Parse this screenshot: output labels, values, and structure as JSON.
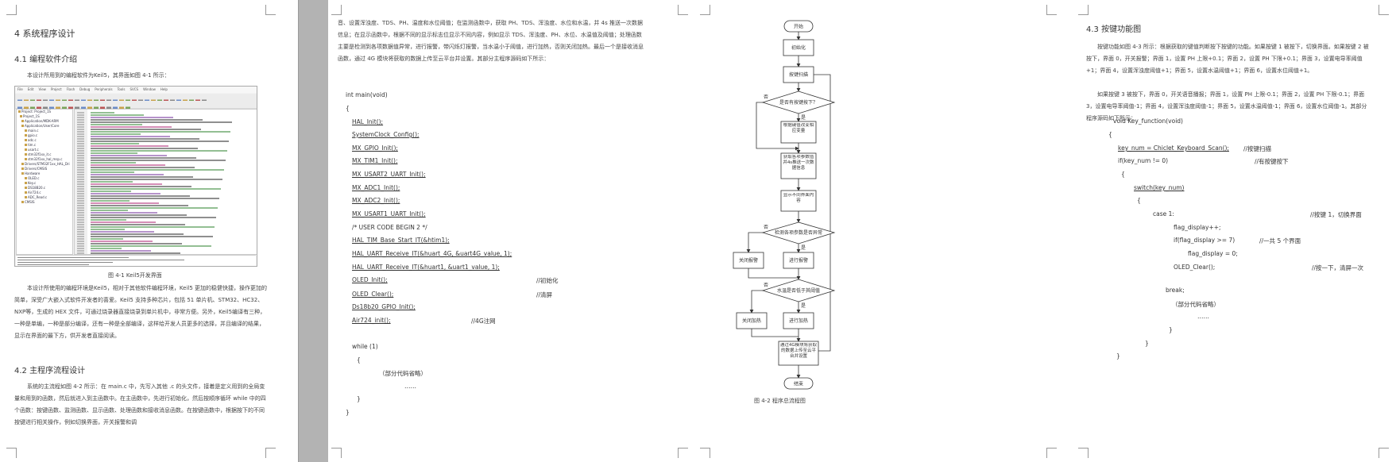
{
  "page1": {
    "heading": "4 系统程序设计",
    "sub1": "4.1 编程软件介绍",
    "para1": "本设计所用到的编程软件为Keil5，其界面如图 4-1 所示：",
    "fig_caption": "图 4-1 Keil5开发界面",
    "para2": "本设计所使用的编程环境是Keil5，相对于其他软件编程环境，Keil5 更加的稳健快捷，操作更加的简单，深受广大嵌入式软件开发者的喜爱。Keil5 支持多种芯片，包括 51 单片机、STM32、HC32、NXP等，生成的 HEX 文件，可通过烧录器直接烧录到单片机中，非常方便。另外，Keil5编译有三种，一种是单编，一种是部分编译，还有一种是全部编译，这样给开发人员更多的选择，并且编译的结果，显示在界面的最下方，供开发者直接阅读。",
    "sub2": "4.2 主程序流程设计",
    "para3": "系统的主流程如图 4-2 所示：在 main.c 中，先写入其他 .c 的头文件，接着是定义用到的全局变量和用到的函数，然后就进入到主函数中。在主函数中，先进行初始化，然后按顺序循环 while 中的四个函数：按键函数、监测函数、显示函数、处理函数和接收消息函数。在按键函数中，根据按下的不同按键进行相关操作，例如切换界面，开关报警和调"
  },
  "page2": {
    "para_top": "音、设置浑浊度、TDS、PH、温度和水位阈值；在监测函数中，获取 PH、TDS、浑浊度、水位和水温，并 4s 推送一次数据信息；在显示函数中，根据不同的显示标志位显示不同内容，例如显示 TDS、浑浊度、PH、水位、水温值及阈值；处理函数主要是检测到各项数据值异常，进行报警，带闪烁灯报警，当水温小于阈值，进行加热，否则关闭加热。最后一个是接收消息函数，通过 4G 模块将获取的数据上传至云平台并设置。其部分主程序源码如下所示：",
    "code": [
      {
        "text": "int main(void)",
        "comment": ""
      },
      {
        "text": "{",
        "comment": ""
      },
      {
        "text": "HAL_Init();",
        "comment": ""
      },
      {
        "text": "SystemClock_Config();",
        "comment": ""
      },
      {
        "text": "MX_GPIO_Init();",
        "comment": ""
      },
      {
        "text": "MX_TIM1_Init();",
        "comment": ""
      },
      {
        "text": "MX_USART2_UART_Init();",
        "comment": ""
      },
      {
        "text": "MX_ADC1_Init();",
        "comment": ""
      },
      {
        "text": "MX_ADC2_Init();",
        "comment": ""
      },
      {
        "text": "MX_USART1_UART_Init();",
        "comment": ""
      },
      {
        "text": "/* USER CODE BEGIN 2 */",
        "comment": ""
      },
      {
        "text": "HAL_TIM_Base_Start_IT(&htim1);",
        "comment": ""
      },
      {
        "text": "HAL_UART_Receive_IT(&huart_4G, &uart4G_value, 1);",
        "comment": ""
      },
      {
        "text": "HAL_UART_Receive_IT(&huart1, &uart1_value, 1);",
        "comment": ""
      },
      {
        "text": "OLED_Init();",
        "comment": "//初始化"
      },
      {
        "text": "OLED_Clear();",
        "comment": "//清屏"
      },
      {
        "text": "Ds18b20_GPIO_Init();",
        "comment": ""
      },
      {
        "text": "Air724_init();",
        "comment": "//4G注网"
      },
      {
        "text": "while (1)",
        "comment": ""
      },
      {
        "text": "{",
        "comment": ""
      },
      {
        "text": "（部分代码省略）",
        "comment": ""
      },
      {
        "text": "……",
        "comment": ""
      },
      {
        "text": "}",
        "comment": ""
      },
      {
        "text": "}",
        "comment": ""
      }
    ]
  },
  "page3": {
    "nodes": {
      "start": "开始",
      "init": "初始化",
      "scan": "按键扫描",
      "dec1": "是否有按键按下？",
      "act1": "根据键值改变相应变量",
      "act2": "获取各项参数值并4s推送一次数据信息",
      "act3": "显示不同界面内容",
      "dec2": "检测各项参数是否异常",
      "n_off_alarm": "关闭报警",
      "n_alarm": "进行报警",
      "dec3": "水温是否低于其阈值",
      "n_off_heat": "关闭加热",
      "n_heat": "进行加热",
      "act4": "通过4G模块将获取的数据上传至云平台并设置",
      "end": "结束"
    },
    "yes": "是",
    "no": "否",
    "fig_caption": "图 4-2  程序总流程图"
  },
  "page4": {
    "sub": "4.3 按键功能图",
    "para1": "按键功能如图 4-3 所示：根据获取的键值判断按下按键的功能。如果按键 1 被按下，切换界面。如果按键 2 被按下，界面 0，开关报警；界面 1，设置 PH 上限+0.1；界面 2，设置 PH 下限+0.1；界面 3，设置电导率阈值+1；界面 4，设置浑浊度阈值+1；界面 5，设置水温阈值+1；界面 6，设置水位阈值+1。",
    "para2": "如果按键 3 被按下，界面 0，开关语音播报；界面 1，设置 PH 上限-0.1；界面 2，设置 PH 下限-0.1；界面 3，设置电导率阈值-1；界面 4，设置浑浊度阈值-1；界面 5，设置水温阈值-1；界面 6，设置水位阈值-1。其部分程序源码如下所示：",
    "code": [
      {
        "text": "void Key_function(void)",
        "comment": ""
      },
      {
        "text": "{",
        "comment": ""
      },
      {
        "text": "key_num = Chiclet_Keyboard_Scan();",
        "comment": "//按键扫描"
      },
      {
        "text": "if(key_num != 0)",
        "comment": "//有按键按下"
      },
      {
        "text": "{",
        "comment": ""
      },
      {
        "text": "switch(key_num)",
        "comment": ""
      },
      {
        "text": "{",
        "comment": ""
      },
      {
        "text": "case 1:",
        "comment": "//按键 1，切换界面"
      },
      {
        "text": "flag_display++;",
        "comment": ""
      },
      {
        "text": "if(flag_display >= 7)",
        "comment": "//一共 5 个界面"
      },
      {
        "text": "flag_display = 0;",
        "comment": ""
      },
      {
        "text": "OLED_Clear();",
        "comment": "//按一下，清屏一次"
      },
      {
        "text": "break;",
        "comment": ""
      },
      {
        "text": "（部分代码省略）",
        "comment": ""
      },
      {
        "text": "……",
        "comment": ""
      },
      {
        "text": "}",
        "comment": ""
      },
      {
        "text": "}",
        "comment": ""
      },
      {
        "text": "}",
        "comment": ""
      }
    ]
  },
  "ide": {
    "menu": [
      "File",
      "Edit",
      "View",
      "Project",
      "Flash",
      "Debug",
      "Peripherals",
      "Tools",
      "SVCS",
      "Window",
      "Help"
    ],
    "tree": [
      "Project: Project_1S",
      "Project_1S",
      "Application/MDK-ARM",
      "Application/User/Core",
      "main.c",
      "gpio.c",
      "adc.c",
      "tim.c",
      "usart.c",
      "stm32f1xx_it.c",
      "stm32f1xx_hal_msp.c",
      "Drivers/STM32F1xx_HAL_Dri",
      "Drivers/CMSIS",
      "Hardware",
      "OLED.c",
      "Key.c",
      "DS18B20.c",
      "Air724.c",
      "ADC_Read.c",
      "CMSIS"
    ]
  }
}
